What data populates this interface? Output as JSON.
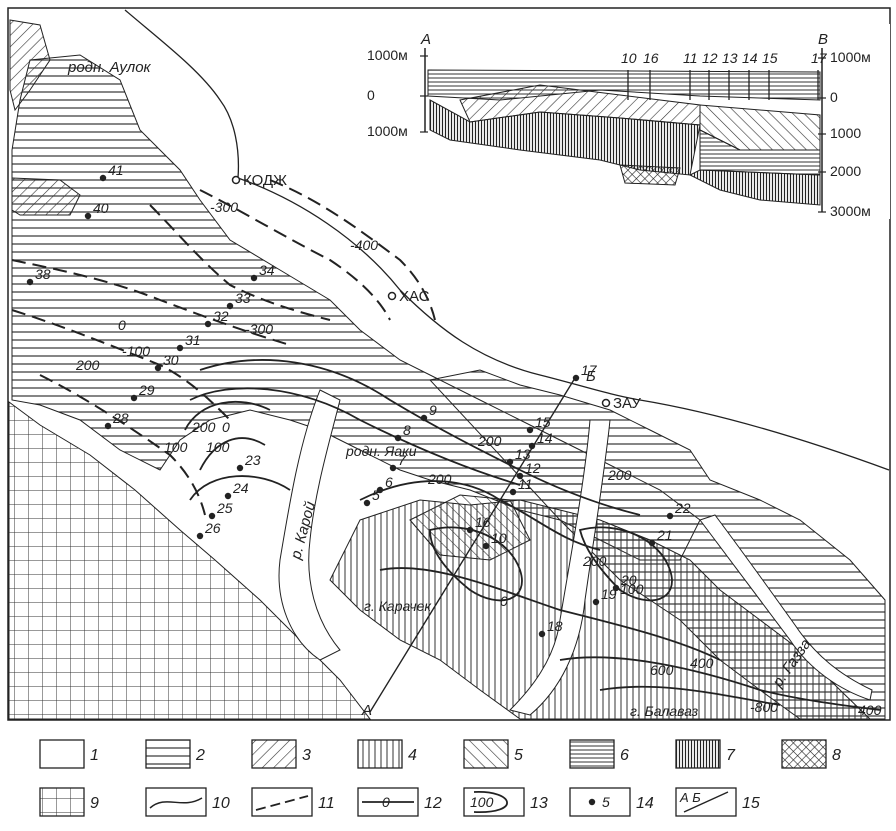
{
  "towns": [
    {
      "id": "kodzh",
      "name": "КОДЖ"
    },
    {
      "id": "khas",
      "name": "ХАС"
    },
    {
      "id": "zau",
      "name": "ЗАУ"
    }
  ],
  "places": [
    {
      "id": "aulok",
      "name": "родн. Аулок"
    },
    {
      "id": "yaki",
      "name": "родн. Яаки"
    },
    {
      "id": "karachek",
      "name": "г. Карачек"
    },
    {
      "id": "balavaz",
      "name": "г. Балаваз"
    }
  ],
  "rivers": [
    {
      "id": "karoy",
      "name": "р. Карой"
    },
    {
      "id": "gazza",
      "name": "р. Газза"
    }
  ],
  "wells": [
    "41",
    "40",
    "38",
    "34",
    "33",
    "32",
    "31",
    "30",
    "29",
    "28",
    "9",
    "8",
    "7",
    "6",
    "5",
    "15",
    "14",
    "13",
    "12",
    "11",
    "16",
    "10",
    "23",
    "24",
    "25",
    "26",
    "17",
    "22",
    "21",
    "20",
    "19",
    "18"
  ],
  "isolines": [
    "-300",
    "-400",
    "-300",
    "0",
    "-100",
    "200",
    "100",
    "100",
    "0",
    "200",
    "200",
    "200",
    "0",
    "200",
    "100",
    "200",
    "600",
    "400",
    "-800",
    "400"
  ],
  "section_line": {
    "start": "А",
    "end": "Б"
  },
  "cross_section": {
    "left_label": "А",
    "right_label": "В",
    "left_scale": [
      "1000м",
      "0",
      "1000м"
    ],
    "right_scale": [
      "1000м",
      "0",
      "1000",
      "2000",
      "3000м"
    ],
    "wells": [
      "10",
      "16",
      "11",
      "12",
      "13",
      "14",
      "15",
      "17"
    ]
  },
  "legend": [
    {
      "num": "1",
      "pattern": "blank"
    },
    {
      "num": "2",
      "pattern": "horiz-wide"
    },
    {
      "num": "3",
      "pattern": "diag-right"
    },
    {
      "num": "4",
      "pattern": "vert"
    },
    {
      "num": "5",
      "pattern": "diag-left"
    },
    {
      "num": "6",
      "pattern": "horiz-dense"
    },
    {
      "num": "7",
      "pattern": "vert-dense"
    },
    {
      "num": "8",
      "pattern": "crosshatch"
    },
    {
      "num": "9",
      "pattern": "grid"
    },
    {
      "num": "10",
      "pattern": "solid-line"
    },
    {
      "num": "11",
      "pattern": "dashed-line"
    },
    {
      "num": "12",
      "pattern": "isoline",
      "sample": "0"
    },
    {
      "num": "13",
      "pattern": "isoline-closed",
      "sample": "100"
    },
    {
      "num": "14",
      "pattern": "well",
      "sample": "5"
    },
    {
      "num": "15",
      "pattern": "section",
      "sample": "А Б"
    }
  ],
  "colors": {
    "ink": "#222222",
    "paper": "#ffffff"
  }
}
